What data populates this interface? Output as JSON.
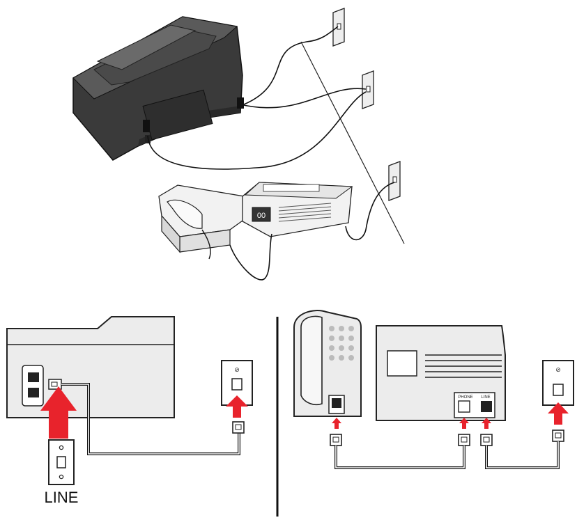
{
  "labels": {
    "wall_line": "LINE",
    "port_phone": "PHONE",
    "port_line": "LINE",
    "answering_machine_display": "00"
  },
  "colors": {
    "arrow": "#e8232c",
    "device_fill": "#ececec",
    "device_stroke": "#222222",
    "printer_dark": "#3a3a3a",
    "cable": "#111111"
  },
  "icons": [
    "printer-illustration",
    "wall-jack-icon",
    "telephone-icon",
    "answering-machine-icon",
    "fax-machine-icon",
    "rj11-plug-icon",
    "arrow-up-icon"
  ]
}
